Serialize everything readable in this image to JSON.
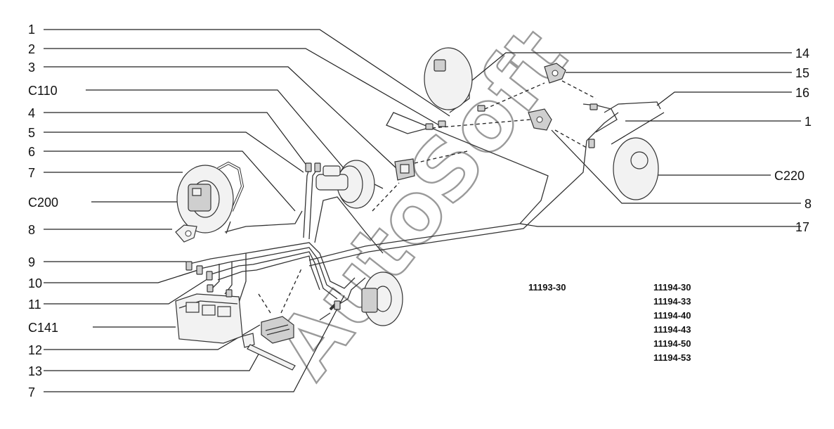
{
  "callouts_left": [
    "1",
    "2",
    "3",
    "C110",
    "4",
    "5",
    "6",
    "7",
    "C200",
    "8",
    "9",
    "10",
    "11",
    "C141",
    "12",
    "13",
    "7"
  ],
  "callouts_right": [
    "14",
    "15",
    "16",
    "1",
    "C220",
    "8",
    "17"
  ],
  "model_codes_col1": [
    "11193-30"
  ],
  "model_codes_col2": [
    "11194-30",
    "11194-33",
    "11194-40",
    "11194-43",
    "11194-50",
    "11194-53"
  ],
  "watermark": "AutoSoft"
}
